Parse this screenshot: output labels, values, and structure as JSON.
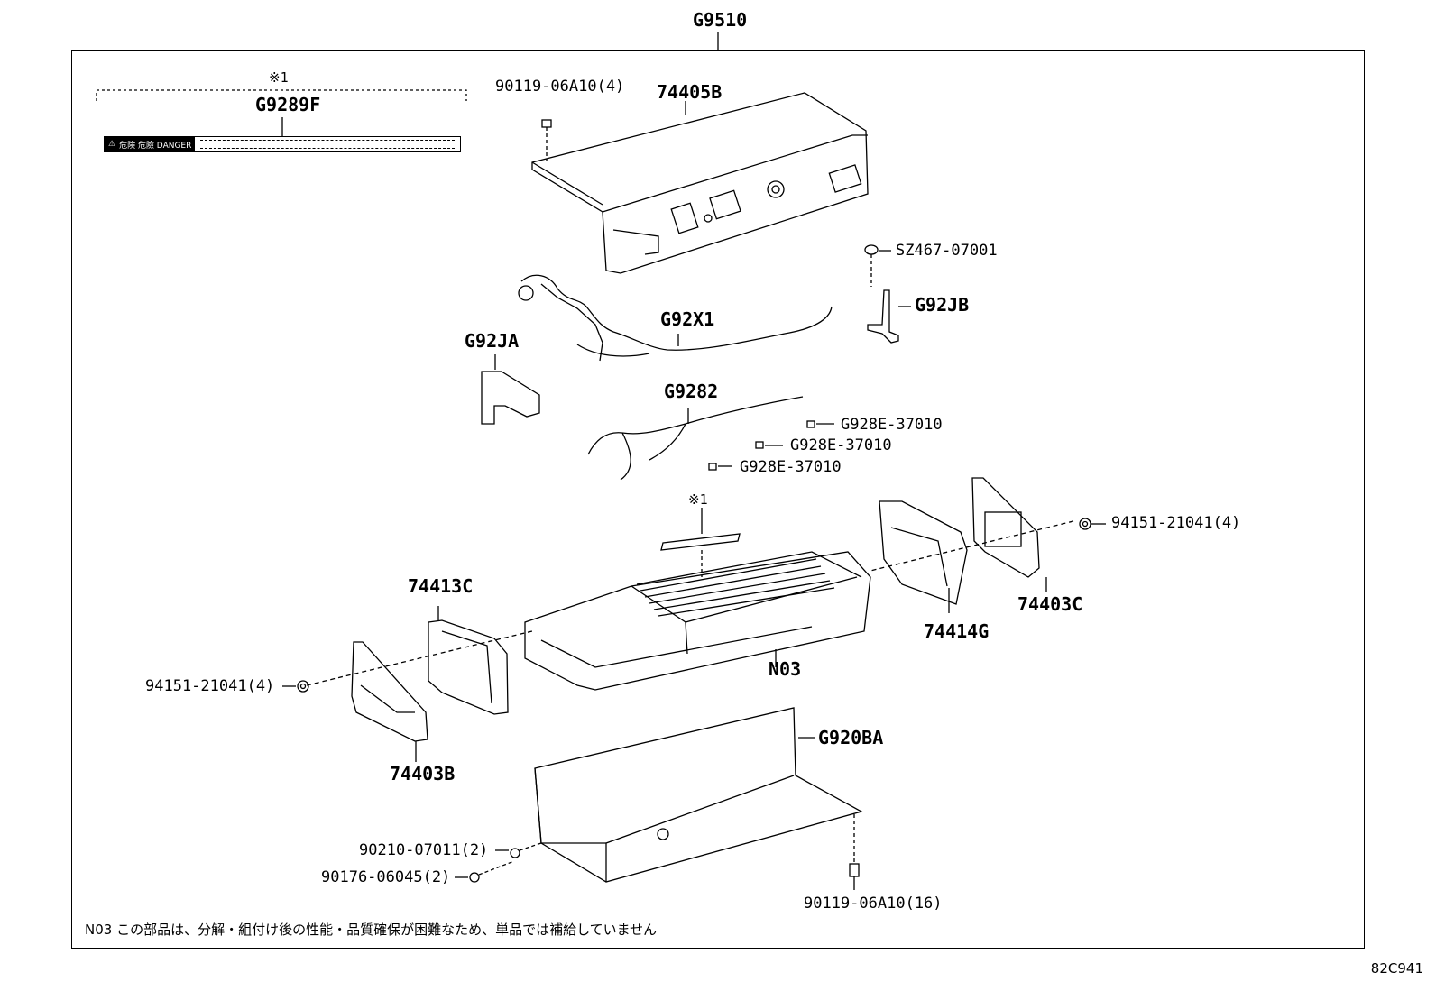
{
  "diagram": {
    "assembly_label": "G9510",
    "diagram_code": "82C941",
    "note": "N03 この部品は、分解・組付け後の性能・品質確保が困難なため、単品では補給していません",
    "sticker": {
      "bracket_mark": "※1",
      "label": "G9289F",
      "text": "危険 危險 DANGER"
    },
    "part_labels": {
      "top_bolt": "90119-06A10(4)",
      "upper_cover": "74405B",
      "clamp": "SZ467-07001",
      "bracket_jb": "G92JB",
      "bracket_ja": "G92JA",
      "wire_x1": "G92X1",
      "wire_82": "G9282",
      "fuse1": "G928E-37010",
      "fuse2": "G928E-37010",
      "fuse3": "G928E-37010",
      "mark_center": "※1",
      "nut_right": "94151-21041(4)",
      "bracket_c": "74403C",
      "cover_g": "74414G",
      "plate_c": "74413C",
      "battery": "N03",
      "nut_left": "94151-21041(4)",
      "bracket_b": "74403B",
      "lower_tray": "G920BA",
      "washer": "90210-07011(2)",
      "bolt_small": "90176-06045(2)",
      "bottom_bolt": "90119-06A10(16)"
    }
  }
}
